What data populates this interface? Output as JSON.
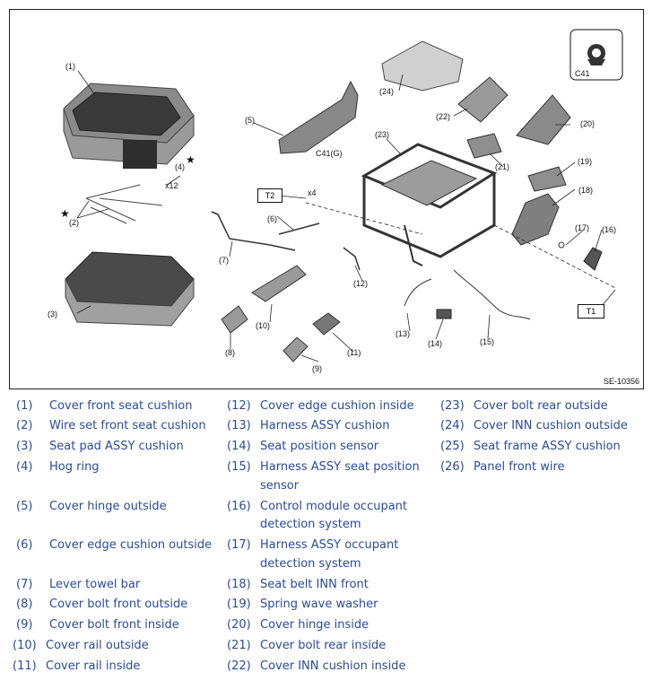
{
  "figure": {
    "code": "SE-10356",
    "callouts": {
      "c1": "(1)",
      "c2": "(2)",
      "c3": "(3)",
      "c4": "(4)",
      "c5": "(5)",
      "c6": "(6)",
      "c7": "(7)",
      "c8": "(8)",
      "c9": "(9)",
      "c10": "(10)",
      "c11": "(11)",
      "c12": "(12)",
      "c13": "(13)",
      "c14": "(14)",
      "c15": "(15)",
      "c16": "(16)",
      "c17": "(17)",
      "c18": "(18)",
      "c19": "(19)",
      "c20": "(20)",
      "c21": "(21)",
      "c22": "(22)",
      "c23": "(23)",
      "c24": "(24)"
    },
    "c41_box_label": "C41",
    "c41g_label": "C41(G)",
    "x12": "x12",
    "x4": "x4",
    "t1": "T1",
    "t2": "T2",
    "star": "★"
  },
  "legend": [
    {
      "num": "(1)",
      "text": "Cover front seat cushion"
    },
    {
      "num": "(2)",
      "text": "Wire set front seat cushion"
    },
    {
      "num": "(3)",
      "text": "Seat pad ASSY cushion"
    },
    {
      "num": "(4)",
      "text": "Hog ring"
    },
    {
      "num": "(5)",
      "text": "Cover hinge outside"
    },
    {
      "num": "(6)",
      "text": "Cover edge cushion outside"
    },
    {
      "num": "(7)",
      "text": "Lever towel bar"
    },
    {
      "num": "(8)",
      "text": "Cover bolt front outside"
    },
    {
      "num": "(9)",
      "text": "Cover bolt front inside"
    },
    {
      "num": "(10)",
      "text": "Cover rail outside"
    },
    {
      "num": "(11)",
      "text": "Cover rail inside"
    },
    {
      "num": "(12)",
      "text": "Cover edge cushion inside"
    },
    {
      "num": "(13)",
      "text": "Harness ASSY cushion"
    },
    {
      "num": "(14)",
      "text": "Seat position sensor"
    },
    {
      "num": "(15)",
      "text": "Harness ASSY seat position",
      "text2": "sensor"
    },
    {
      "num": "(16)",
      "text": "Control module occupant",
      "text2": "detection system"
    },
    {
      "num": "(17)",
      "text": "Harness ASSY occupant",
      "text2": "detection system"
    },
    {
      "num": "(18)",
      "text": "Seat belt INN front"
    },
    {
      "num": "(19)",
      "text": "Spring wave washer"
    },
    {
      "num": "(20)",
      "text": "Cover hinge inside"
    },
    {
      "num": "(21)",
      "text": "Cover bolt rear inside"
    },
    {
      "num": "(22)",
      "text": "Cover INN cushion inside"
    },
    {
      "num": "(23)",
      "text": "Cover bolt rear outside"
    },
    {
      "num": "(24)",
      "text": "Cover INN cushion outside"
    },
    {
      "num": "(25)",
      "text": "Seat frame ASSY cushion"
    },
    {
      "num": "(26)",
      "text": "Panel front wire"
    }
  ]
}
